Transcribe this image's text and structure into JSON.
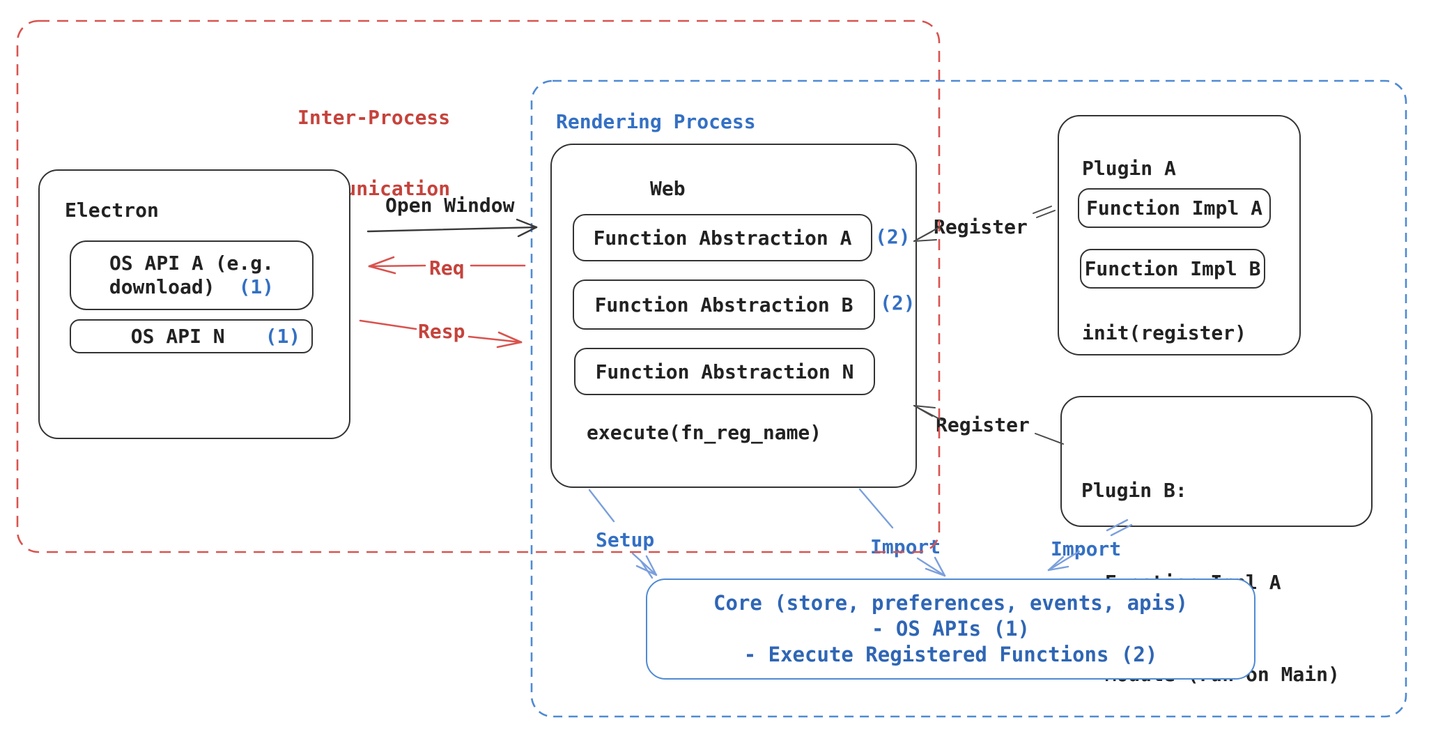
{
  "colors": {
    "ink": "#222222",
    "red_line": "#d9534f",
    "red_text": "#c5433c",
    "blue_line": "#4e8ad4",
    "blue_text": "#3470c4",
    "blue_arrow": "#7a9fdc",
    "core_text": "#2f66b5"
  },
  "ipc": {
    "title_line1": "Inter-Process",
    "title_line2": "Communication"
  },
  "rendering": {
    "title": "Rendering Process"
  },
  "electron": {
    "title": "Electron",
    "api_a_line1": "OS API A (e.g.",
    "api_a_line2": "download)",
    "api_a_badge": "(1)",
    "api_n_label": "OS API N",
    "api_n_badge": "(1)"
  },
  "web": {
    "title": "Web",
    "fa_a_label": "Function Abstraction A",
    "fa_a_badge": "(2)",
    "fa_b_label": "Function Abstraction B",
    "fa_b_badge": "(2)",
    "fa_n_label": "Function Abstraction N",
    "execute_label": "execute(fn_reg_name)"
  },
  "plugin_a": {
    "title": "Plugin A",
    "impl_a_label": "Function Impl A",
    "impl_b_label": "Function Impl B",
    "init_label": "init(register)"
  },
  "plugin_b": {
    "line1": "Plugin B:",
    "line2": "- Function Impl A",
    "line3": "- Module (run on Main)"
  },
  "core": {
    "line1": "Core (store, preferences, events, apis)",
    "line2": "- OS APIs (1)",
    "line3": "- Execute Registered Functions (2)"
  },
  "connectors": {
    "open_window": "Open Window",
    "req": "Req",
    "resp": "Resp",
    "register_top": "Register",
    "register_bottom": "Register",
    "setup": "Setup",
    "import_web": "Import",
    "import_plugin": "Import"
  }
}
